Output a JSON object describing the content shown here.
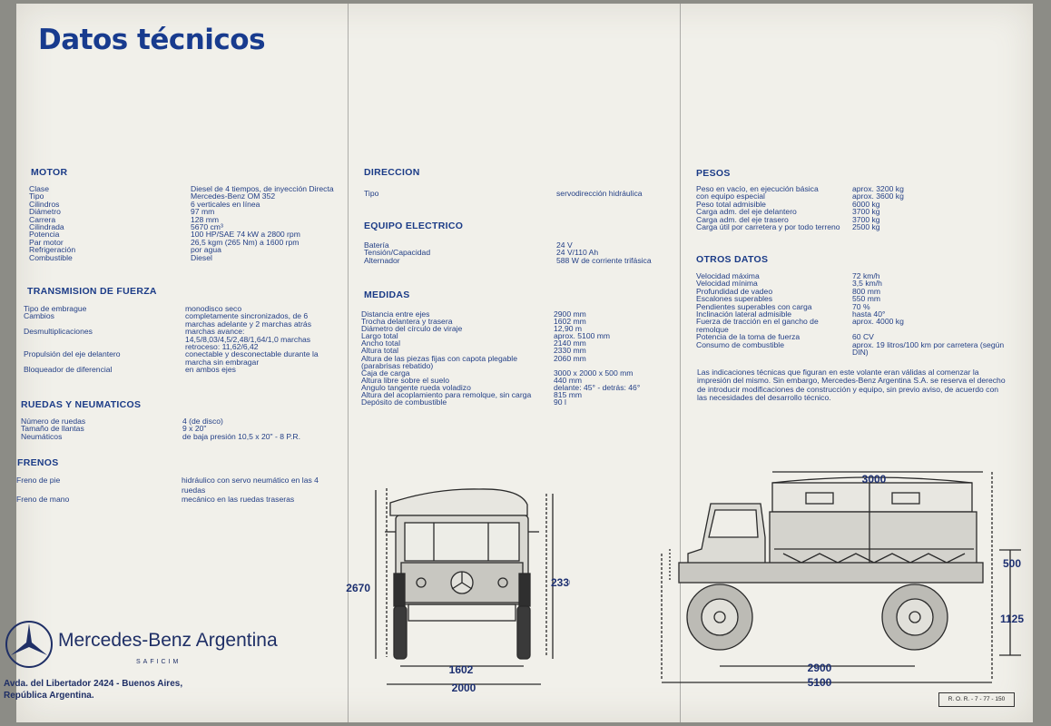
{
  "header": {
    "title": "Datos técnicos"
  },
  "sections": {
    "motor": {
      "title": "MOTOR",
      "rows": [
        {
          "label": "Clase",
          "value": "Diesel de 4 tiempos, de inyección Directa"
        },
        {
          "label": "Tipo",
          "value": "Mercedes-Benz OM 352"
        },
        {
          "label": "Cilindros",
          "value": "6 verticales en línea"
        },
        {
          "label": "Diámetro",
          "value": "97 mm"
        },
        {
          "label": "Carrera",
          "value": "128 mm"
        },
        {
          "label": "Cilindrada",
          "value": "5670 cm³"
        },
        {
          "label": "Potencia",
          "value": "100 HP/SAE 74 kW a 2800 rpm"
        },
        {
          "label": "Par motor",
          "value": "26,5 kgm (265 Nm) a 1600 rpm"
        },
        {
          "label": "Refrigeración",
          "value": "por agua"
        },
        {
          "label": "Combustible",
          "value": "Diesel"
        }
      ]
    },
    "transmision": {
      "title": "TRANSMISION DE FUERZA",
      "rows": [
        {
          "label": "Tipo de embrague",
          "value": "monodisco seco"
        },
        {
          "label": "Cambios",
          "value": "completamente sincronizados, de 6 marchas adelante y 2 marchas atrás"
        },
        {
          "label": "Desmultiplicaciones",
          "value": "marchas avance: 14,5/8,03/4,5/2,48/1,64/1,0 marchas retroceso: 11,62/6,42"
        },
        {
          "label": "Propulsión del eje delantero",
          "value": "conectable y desconectable durante la marcha sin embragar"
        },
        {
          "label": "Bloqueador de diferencial",
          "value": "en ambos ejes"
        }
      ]
    },
    "ruedas": {
      "title": "RUEDAS Y NEUMATICOS",
      "rows": [
        {
          "label": "Número de ruedas",
          "value": "4 (de disco)"
        },
        {
          "label": "Tamaño de llantas",
          "value": "9 x 20\""
        },
        {
          "label": "Neumáticos",
          "value": "de baja presión 10,5 x 20\" - 8 P.R."
        }
      ]
    },
    "frenos": {
      "title": "FRENOS",
      "rows": [
        {
          "label": "Freno de pie",
          "value": "hidráulico con servo neumático en las 4 ruedas"
        },
        {
          "label": "Freno de mano",
          "value": "mecánico en las ruedas traseras"
        }
      ]
    },
    "direccion": {
      "title": "DIRECCION",
      "rows": [
        {
          "label": "Tipo",
          "value": "servodirección hidráulica"
        }
      ]
    },
    "equipo": {
      "title": "EQUIPO ELECTRICO",
      "rows": [
        {
          "label": "Batería",
          "value": "24 V"
        },
        {
          "label": "Tensión/Capacidad",
          "value": "24 V/110 Ah"
        },
        {
          "label": "Alternador",
          "value": "588 W de corriente trifásica"
        }
      ]
    },
    "medidas": {
      "title": "MEDIDAS",
      "rows": [
        {
          "label": "Distancia entre ejes",
          "value": "2900 mm"
        },
        {
          "label": "Trocha delantera y trasera",
          "value": "1602 mm"
        },
        {
          "label": "Diámetro del círculo de viraje",
          "value": "12,90 m"
        },
        {
          "label": "Largo total",
          "value": "aprox. 5100 mm"
        },
        {
          "label": "Ancho total",
          "value": "2140 mm"
        },
        {
          "label": "Altura total",
          "value": "2330 mm"
        },
        {
          "label": "Altura de las piezas fijas con capota plegable (parabrisas rebatido)",
          "value": "2060 mm"
        },
        {
          "label": "Caja de carga",
          "value": "3000 x 2000 x 500 mm"
        },
        {
          "label": "Altura libre sobre el suelo",
          "value": "440 mm"
        },
        {
          "label": "Angulo tangente rueda voladizo",
          "value": "delante: 45° - detrás: 46°"
        },
        {
          "label": "Altura del acoplamiento para remolque, sin carga",
          "value": "815 mm"
        },
        {
          "label": "Depósito de combustible",
          "value": "90 l"
        }
      ]
    },
    "pesos": {
      "title": "PESOS",
      "rows": [
        {
          "label": "Peso en vacío, en ejecución básica",
          "value": "aprox. 3200 kg"
        },
        {
          "label": "con equipo especial",
          "value": "aprox. 3600 kg"
        },
        {
          "label": "Peso total admisible",
          "value": "6000 kg"
        },
        {
          "label": "Carga adm. del eje delantero",
          "value": "3700 kg"
        },
        {
          "label": "Carga adm. del eje trasero",
          "value": "3700 kg"
        },
        {
          "label": "Carga útil por carretera y por todo terreno",
          "value": "2500 kg"
        }
      ]
    },
    "otros": {
      "title": "OTROS DATOS",
      "rows": [
        {
          "label": "Velocidad máxima",
          "value": "72 km/h"
        },
        {
          "label": "Velocidad mínima",
          "value": "3,5 km/h"
        },
        {
          "label": "Profundidad de vadeo",
          "value": "800 mm"
        },
        {
          "label": "Escalones superables",
          "value": "550 mm"
        },
        {
          "label": "Pendientes superables con carga",
          "value": "70 %"
        },
        {
          "label": "Inclinación lateral admisible",
          "value": "hasta 40°"
        },
        {
          "label": "Fuerza de tracción en el gancho de remolque",
          "value": "aprox. 4000 kg"
        },
        {
          "label": "Potencia de la toma de fuerza",
          "value": "60 CV"
        },
        {
          "label": "Consumo de combustible",
          "value": "aprox. 19 litros/100 km por carretera (según DIN)"
        }
      ]
    }
  },
  "notice": "Las indicaciones técnicas que figuran en este volante eran válidas al comenzar la impresión del mismo. Sin embargo, Mercedes-Benz Argentina S.A. se reserva el derecho de introducir modificaciones de construcción y equipo, sin previo aviso, de acuerdo con las necesidades del desarrollo técnico.",
  "footer": {
    "brand": "Mercedes-Benz Argentina",
    "brand_sub": "SAFICIM",
    "address_line1": "Avda. del Libertador 2424 - Buenos Aires,",
    "address_line2": "República Argentina.",
    "print_code": "R. O. R. - 7 - 77 - 150"
  },
  "drawings": {
    "front": {
      "height_left": "2670",
      "height_right": "2330",
      "track": "1602",
      "width": "2000"
    },
    "side": {
      "box_length": "3000",
      "box_height": "500",
      "clearance": "1125",
      "wheelbase": "2900",
      "length": "5100"
    }
  },
  "colors": {
    "ink": "#1c3d8c",
    "paper": "#f1f0ea"
  }
}
